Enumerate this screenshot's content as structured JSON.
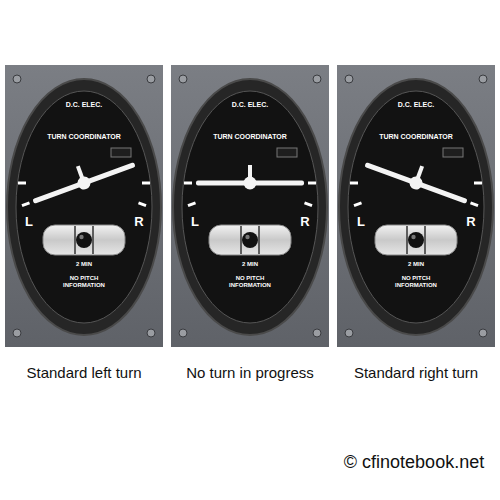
{
  "diagram": {
    "nodes": [
      {
        "text": [
          "D.C. ELEC.",
          "TURN COORDINATOR",
          "L",
          "R",
          "2 MIN",
          "NO PITCH INFORMATION"
        ]
      },
      {
        "text": [
          "D.C. ELEC.",
          "TURN COORDINATOR",
          "L",
          "R",
          "2 MIN",
          "NO PITCH INFORMATION"
        ]
      },
      {
        "text": [
          "D.C. ELEC.",
          "TURN COORDINATOR",
          "L",
          "R",
          "2 MIN",
          "NO PITCH INFORMATION"
        ]
      }
    ],
    "labels": [
      "Standard left turn",
      "No turn in progress",
      "Standard right turn",
      "© cfinotebook.net"
    ]
  }
}
